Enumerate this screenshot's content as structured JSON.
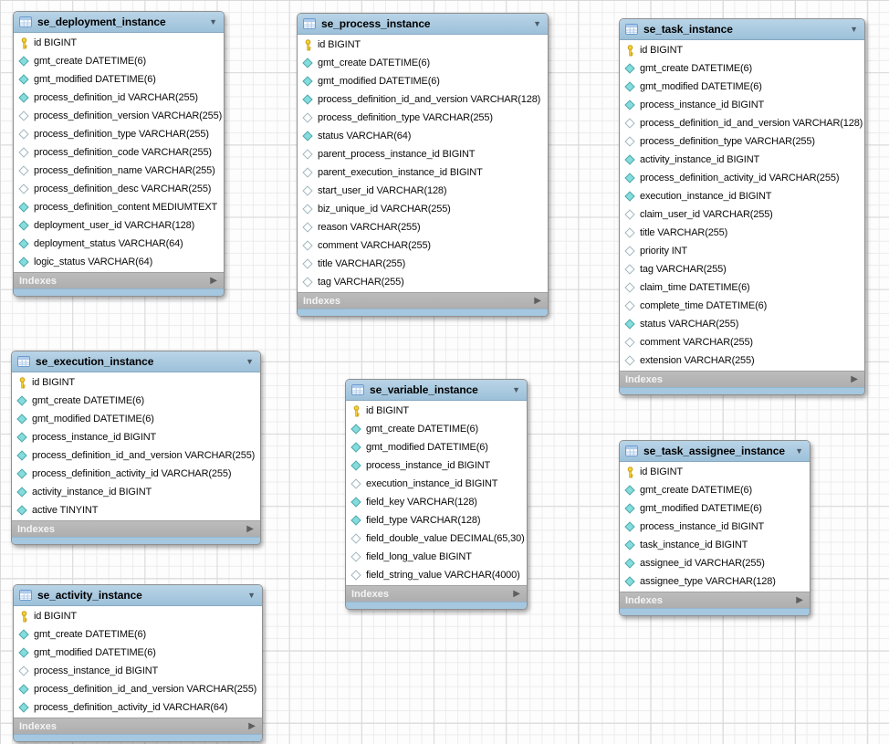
{
  "icons": {
    "collapse": "▼",
    "expand": "▶"
  },
  "colors": {
    "header_fill": "#a5c7df",
    "footer_fill": "#b5b5b5",
    "bottom_bar_fill": "#a5c7df",
    "required_marker_fill": "#85dcdc",
    "key_marker_fill": "#f5d33c"
  },
  "tables": [
    {
      "title": "se_deployment_instance",
      "indexes_label": "Indexes",
      "columns": [
        {
          "label": "id BIGINT",
          "marker": "key"
        },
        {
          "label": "gmt_create DATETIME(6)",
          "marker": "required"
        },
        {
          "label": "gmt_modified DATETIME(6)",
          "marker": "required"
        },
        {
          "label": "process_definition_id VARCHAR(255)",
          "marker": "required"
        },
        {
          "label": "process_definition_version VARCHAR(255)",
          "marker": "nullable"
        },
        {
          "label": "process_definition_type VARCHAR(255)",
          "marker": "nullable"
        },
        {
          "label": "process_definition_code VARCHAR(255)",
          "marker": "nullable"
        },
        {
          "label": "process_definition_name VARCHAR(255)",
          "marker": "nullable"
        },
        {
          "label": "process_definition_desc VARCHAR(255)",
          "marker": "nullable"
        },
        {
          "label": "process_definition_content MEDIUMTEXT",
          "marker": "required"
        },
        {
          "label": "deployment_user_id VARCHAR(128)",
          "marker": "required"
        },
        {
          "label": "deployment_status VARCHAR(64)",
          "marker": "required"
        },
        {
          "label": "logic_status VARCHAR(64)",
          "marker": "required"
        }
      ]
    },
    {
      "title": "se_process_instance",
      "indexes_label": "Indexes",
      "columns": [
        {
          "label": "id BIGINT",
          "marker": "key"
        },
        {
          "label": "gmt_create DATETIME(6)",
          "marker": "required"
        },
        {
          "label": "gmt_modified DATETIME(6)",
          "marker": "required"
        },
        {
          "label": "process_definition_id_and_version VARCHAR(128)",
          "marker": "required"
        },
        {
          "label": "process_definition_type VARCHAR(255)",
          "marker": "nullable"
        },
        {
          "label": "status VARCHAR(64)",
          "marker": "required"
        },
        {
          "label": "parent_process_instance_id BIGINT",
          "marker": "nullable"
        },
        {
          "label": "parent_execution_instance_id BIGINT",
          "marker": "nullable"
        },
        {
          "label": "start_user_id VARCHAR(128)",
          "marker": "nullable"
        },
        {
          "label": "biz_unique_id VARCHAR(255)",
          "marker": "nullable"
        },
        {
          "label": "reason VARCHAR(255)",
          "marker": "nullable"
        },
        {
          "label": "comment VARCHAR(255)",
          "marker": "nullable"
        },
        {
          "label": "title VARCHAR(255)",
          "marker": "nullable"
        },
        {
          "label": "tag VARCHAR(255)",
          "marker": "nullable"
        }
      ]
    },
    {
      "title": "se_task_instance",
      "indexes_label": "Indexes",
      "columns": [
        {
          "label": "id BIGINT",
          "marker": "key"
        },
        {
          "label": "gmt_create DATETIME(6)",
          "marker": "required"
        },
        {
          "label": "gmt_modified DATETIME(6)",
          "marker": "required"
        },
        {
          "label": "process_instance_id BIGINT",
          "marker": "required"
        },
        {
          "label": "process_definition_id_and_version VARCHAR(128)",
          "marker": "nullable"
        },
        {
          "label": "process_definition_type VARCHAR(255)",
          "marker": "nullable"
        },
        {
          "label": "activity_instance_id BIGINT",
          "marker": "required"
        },
        {
          "label": "process_definition_activity_id VARCHAR(255)",
          "marker": "required"
        },
        {
          "label": "execution_instance_id BIGINT",
          "marker": "required"
        },
        {
          "label": "claim_user_id VARCHAR(255)",
          "marker": "nullable"
        },
        {
          "label": "title VARCHAR(255)",
          "marker": "nullable"
        },
        {
          "label": "priority INT",
          "marker": "nullable"
        },
        {
          "label": "tag VARCHAR(255)",
          "marker": "nullable"
        },
        {
          "label": "claim_time DATETIME(6)",
          "marker": "nullable"
        },
        {
          "label": "complete_time DATETIME(6)",
          "marker": "nullable"
        },
        {
          "label": "status VARCHAR(255)",
          "marker": "required"
        },
        {
          "label": "comment VARCHAR(255)",
          "marker": "nullable"
        },
        {
          "label": "extension VARCHAR(255)",
          "marker": "nullable"
        }
      ]
    },
    {
      "title": "se_execution_instance",
      "indexes_label": "Indexes",
      "columns": [
        {
          "label": "id BIGINT",
          "marker": "key"
        },
        {
          "label": "gmt_create DATETIME(6)",
          "marker": "required"
        },
        {
          "label": "gmt_modified DATETIME(6)",
          "marker": "required"
        },
        {
          "label": "process_instance_id BIGINT",
          "marker": "required"
        },
        {
          "label": "process_definition_id_and_version VARCHAR(255)",
          "marker": "required"
        },
        {
          "label": "process_definition_activity_id VARCHAR(255)",
          "marker": "required"
        },
        {
          "label": "activity_instance_id BIGINT",
          "marker": "required"
        },
        {
          "label": "active TINYINT",
          "marker": "required"
        }
      ]
    },
    {
      "title": "se_variable_instance",
      "indexes_label": "Indexes",
      "columns": [
        {
          "label": "id BIGINT",
          "marker": "key"
        },
        {
          "label": "gmt_create DATETIME(6)",
          "marker": "required"
        },
        {
          "label": "gmt_modified DATETIME(6)",
          "marker": "required"
        },
        {
          "label": "process_instance_id BIGINT",
          "marker": "required"
        },
        {
          "label": "execution_instance_id BIGINT",
          "marker": "nullable"
        },
        {
          "label": "field_key VARCHAR(128)",
          "marker": "required"
        },
        {
          "label": "field_type VARCHAR(128)",
          "marker": "required"
        },
        {
          "label": "field_double_value DECIMAL(65,30)",
          "marker": "nullable"
        },
        {
          "label": "field_long_value BIGINT",
          "marker": "nullable"
        },
        {
          "label": "field_string_value VARCHAR(4000)",
          "marker": "nullable"
        }
      ]
    },
    {
      "title": "se_task_assignee_instance",
      "indexes_label": "Indexes",
      "columns": [
        {
          "label": "id BIGINT",
          "marker": "key"
        },
        {
          "label": "gmt_create DATETIME(6)",
          "marker": "required"
        },
        {
          "label": "gmt_modified DATETIME(6)",
          "marker": "required"
        },
        {
          "label": "process_instance_id BIGINT",
          "marker": "required"
        },
        {
          "label": "task_instance_id BIGINT",
          "marker": "required"
        },
        {
          "label": "assignee_id VARCHAR(255)",
          "marker": "required"
        },
        {
          "label": "assignee_type VARCHAR(128)",
          "marker": "required"
        }
      ]
    },
    {
      "title": "se_activity_instance",
      "indexes_label": "Indexes",
      "columns": [
        {
          "label": "id BIGINT",
          "marker": "key"
        },
        {
          "label": "gmt_create DATETIME(6)",
          "marker": "required"
        },
        {
          "label": "gmt_modified DATETIME(6)",
          "marker": "required"
        },
        {
          "label": "process_instance_id BIGINT",
          "marker": "nullable"
        },
        {
          "label": "process_definition_id_and_version VARCHAR(255)",
          "marker": "required"
        },
        {
          "label": "process_definition_activity_id VARCHAR(64)",
          "marker": "required"
        }
      ]
    }
  ]
}
